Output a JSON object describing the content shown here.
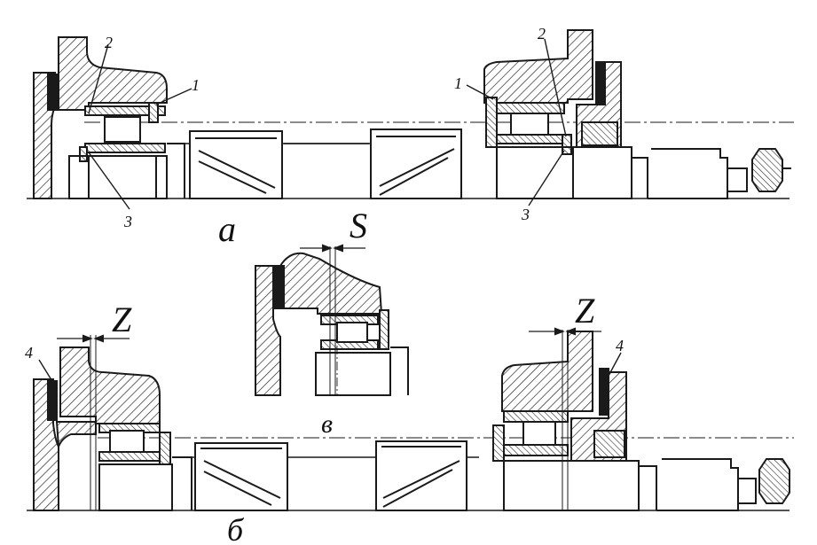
{
  "labels": {
    "part_1": "1",
    "part_2": "2",
    "part_3": "3",
    "part_4": "4",
    "view_a": "a",
    "view_b": "б",
    "view_v": "в",
    "gap_s": "S",
    "gap_z": "Z"
  },
  "colors": {
    "ink": "#1a1a1a",
    "paper": "#ffffff"
  }
}
